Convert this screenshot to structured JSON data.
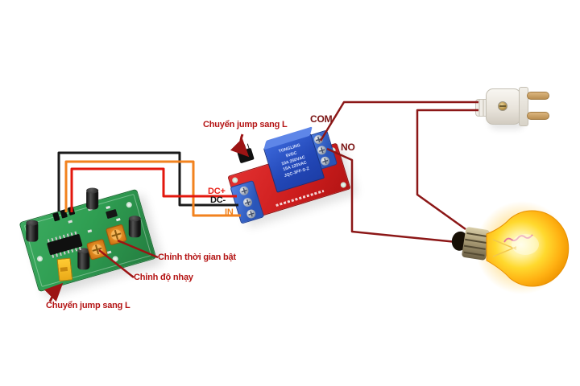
{
  "labels": {
    "relay_jumper": "Chuyển jump sang L",
    "com": "COM",
    "no": "NO",
    "dc_plus": "DC+",
    "dc_minus": "DC-",
    "input": "IN",
    "time_adjust": "Chỉnh thời gian bật",
    "sensitivity_adjust": "Chỉnh độ nhạy",
    "pir_jumper": "Chuyển jump sang L"
  },
  "relay_label": {
    "brand": "TONGLING",
    "voltage": "5VDC",
    "rating1": "10A 250VAC",
    "rating2": "15A 125VAC",
    "model": "JQC-3FF-S-Z"
  },
  "colors": {
    "wire_black": "#1a1a1a",
    "wire_orange": "#f2821e",
    "wire_red": "#e3170d",
    "wire_maroon": "#8c1717",
    "annotation_red": "#b41414",
    "pcb_green": "#2f9e52",
    "pcb_red": "#cc1d1d",
    "relay_blue": "#2348b8",
    "bulb_glow": "#ffd92e"
  }
}
